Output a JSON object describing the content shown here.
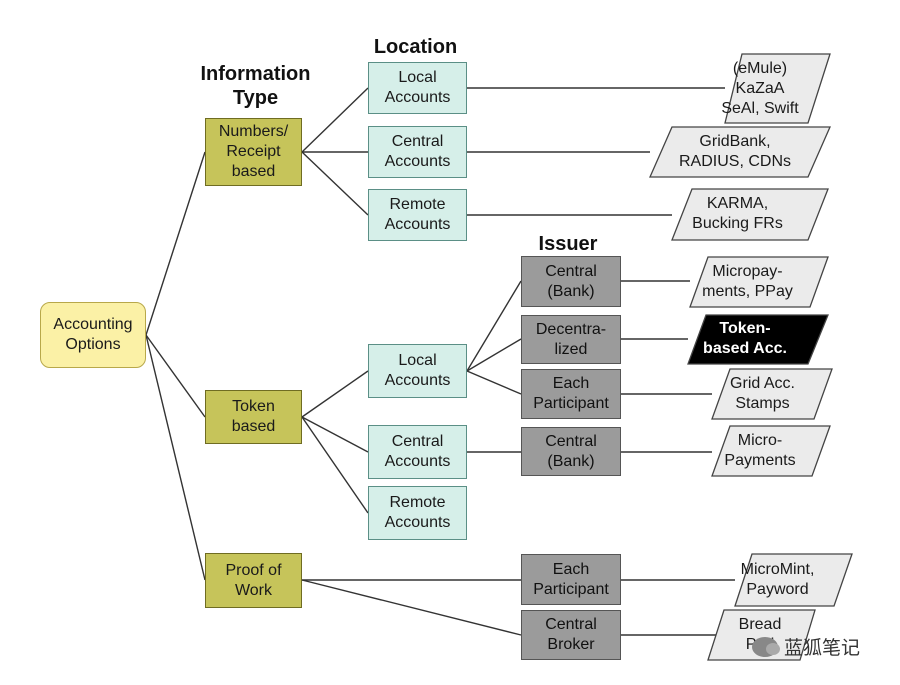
{
  "headers": {
    "information_type": "Information\nType",
    "location": "Location",
    "issuer": "Issuer"
  },
  "root": {
    "label": "Accounting\nOptions"
  },
  "info_types": [
    {
      "label": "Numbers/\nReceipt\nbased"
    },
    {
      "label": "Token\nbased"
    },
    {
      "label": "Proof of\nWork"
    }
  ],
  "locations": [
    {
      "label": "Local\nAccounts"
    },
    {
      "label": "Central\nAccounts"
    },
    {
      "label": "Remote\nAccounts"
    },
    {
      "label": "Local\nAccounts"
    },
    {
      "label": "Central\nAccounts"
    },
    {
      "label": "Remote\nAccounts"
    }
  ],
  "issuers": [
    {
      "label": "Central\n(Bank)"
    },
    {
      "label": "Decentra-\nlized"
    },
    {
      "label": "Each\nParticipant"
    },
    {
      "label": "Central\n(Bank)"
    },
    {
      "label": "Each\nParticipant"
    },
    {
      "label": "Central\nBroker"
    }
  ],
  "examples": [
    {
      "label": "(eMule)\nKaZaA\nSeAl, Swift"
    },
    {
      "label": "GridBank,\nRADIUS, CDNs"
    },
    {
      "label": "KARMA,\nBucking FRs"
    },
    {
      "label": "Micropay-\nments, PPay"
    },
    {
      "label": "Token-\nbased Acc."
    },
    {
      "label": "Grid Acc.\nStamps"
    },
    {
      "label": "Micro-\nPayments"
    },
    {
      "label": "MicroMint,\nPayword"
    },
    {
      "label": "Bread\nPad"
    }
  ],
  "watermark": {
    "text": "蓝狐笔记"
  },
  "colors": {
    "root_fill": "#fbf1a6",
    "info_fill": "#c6c45a",
    "location_fill": "#d6efe9",
    "issuer_fill": "#9b9b9b",
    "example_fill": "#ebebeb",
    "highlight_fill": "#000000"
  }
}
